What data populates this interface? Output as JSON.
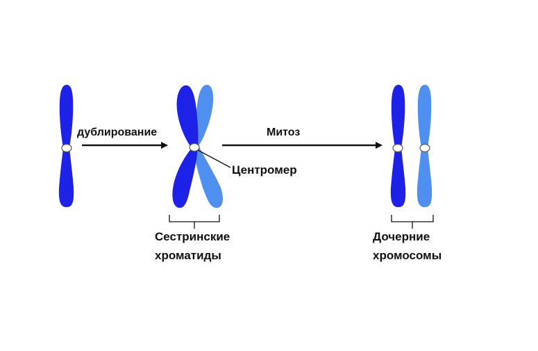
{
  "labels": {
    "duplication": "дублирование",
    "mitosis": "Митоз",
    "centromere": "Центромер",
    "sister_line1": "Сестринские",
    "sister_line2": "хроматиды",
    "daughter_line1": "Дочерние",
    "daughter_line2": "хромосомы"
  },
  "colors": {
    "dark_blue": "#1d22e6",
    "light_blue": "#4f8ff0",
    "arrow": "#111111",
    "centromere_fill": "#ffffff",
    "centromere_stroke": "#555555"
  }
}
